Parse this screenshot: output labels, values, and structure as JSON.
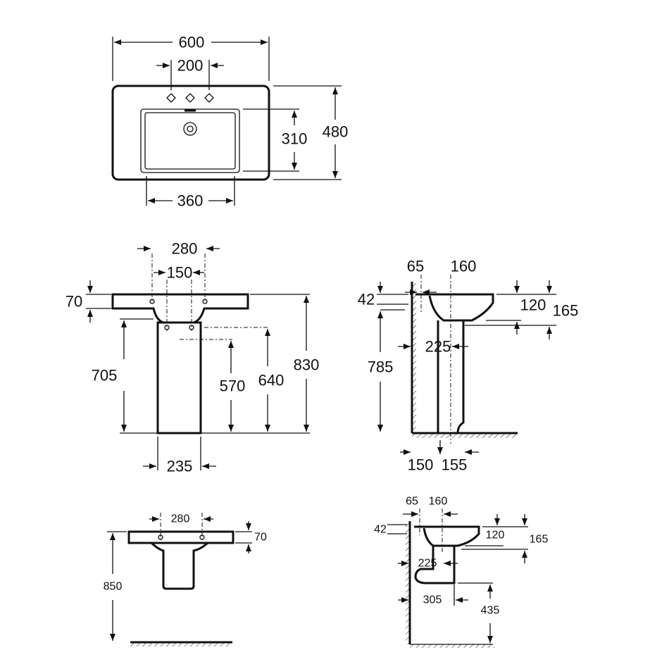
{
  "top_view": {
    "width": "600",
    "tap_spacing": "200",
    "basin_depth": "310",
    "depth": "480",
    "basin_width": "360"
  },
  "front_pedestal": {
    "fixing_spacing": "280",
    "tap_spacing": "150",
    "thickness": "70",
    "pedestal_height": "705",
    "waste_height": "570",
    "fixing_height": "640",
    "total_height": "830",
    "pedestal_width": "235"
  },
  "side_pedestal": {
    "d65": "65",
    "d160": "160",
    "d42": "42",
    "d120": "120",
    "d165": "165",
    "d225": "225",
    "height": "785",
    "d150": "150",
    "d155": "155"
  },
  "front_semi": {
    "fixing_spacing": "280",
    "thickness": "70",
    "height": "850"
  },
  "side_semi": {
    "d65": "65",
    "d160": "160",
    "d42": "42",
    "d120": "120",
    "d165": "165",
    "d225": "225",
    "d305": "305",
    "d435": "435"
  }
}
